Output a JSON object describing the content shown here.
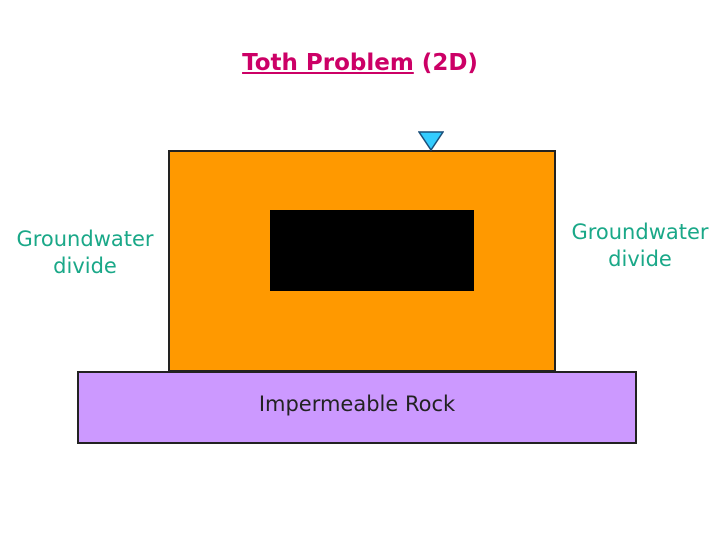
{
  "title": {
    "underlined": "Toth Problem",
    "suffix": " (2D)"
  },
  "labels": {
    "left_divide": [
      "Groundwater",
      "divide"
    ],
    "right_divide": [
      "Groundwater",
      "divide"
    ],
    "base": "Impermeable Rock"
  },
  "colors": {
    "title": "#cc0066",
    "aquifer": "#ff9900",
    "block": "#000000",
    "rock": "#cc99ff",
    "divide_text": "#1aa888",
    "water_table_marker": "#33ccff"
  },
  "icons": {
    "water_table": "water-table-triangle-icon"
  }
}
